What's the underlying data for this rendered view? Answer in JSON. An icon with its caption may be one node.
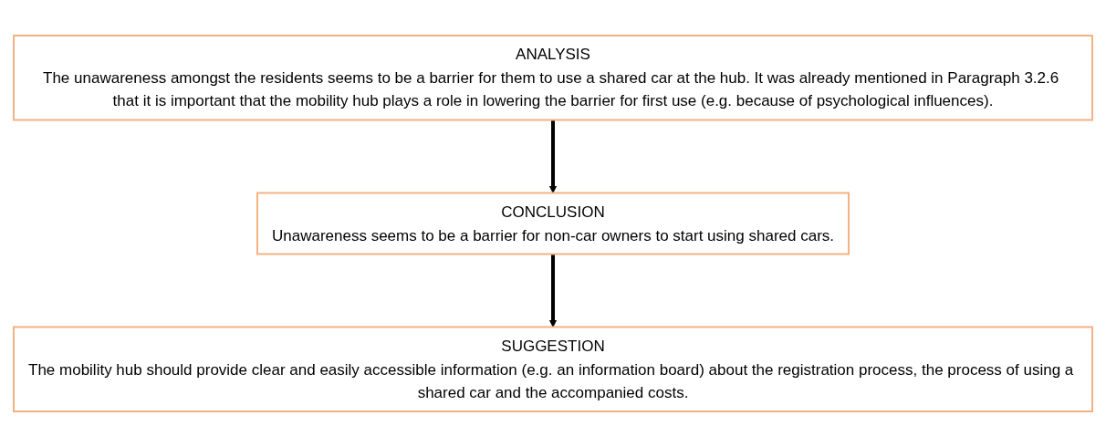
{
  "diagram": {
    "nodes": [
      {
        "text": [
          "ANALYSIS",
          "The unawareness amongst the residents seems to be a barrier for them to use a shared car at the hub. It was already mentioned in Paragraph 3.2.6 that it is important that the mobility hub plays a role in lowering the barrier for first use (e.g. because of psychological influences)."
        ]
      },
      {
        "text": [
          "CONCLUSION",
          "Unawareness seems to be a barrier for non-car owners to start using shared cars."
        ]
      },
      {
        "text": [
          "SUGGESTION",
          "The mobility hub should provide clear and easily accessible information (e.g. an information board) about the registration process, the process of using a shared car and the accompanied costs."
        ]
      }
    ],
    "edges": [
      {
        "from": 0,
        "to": 1,
        "arrow": "to"
      },
      {
        "from": 1,
        "to": 2,
        "arrow": "to"
      }
    ]
  }
}
